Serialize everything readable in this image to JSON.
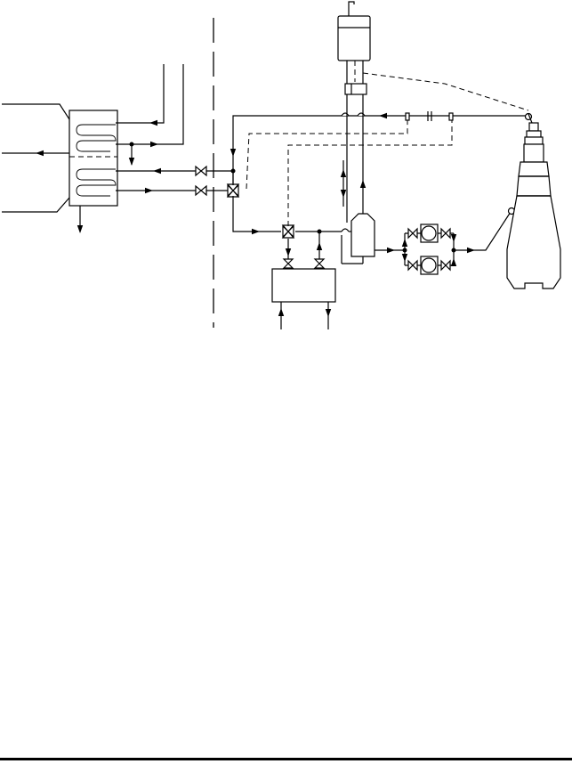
{
  "diagram": {
    "type": "piping-schematic",
    "line_color": "#000000",
    "background": "#ffffff",
    "components": [
      "heat-exchanger",
      "expansion-tank",
      "flow-meter",
      "deaerator",
      "circulation-pump-1",
      "circulation-pump-2",
      "drain-tank",
      "engine",
      "three-way-valve-heater",
      "three-way-valve-lower",
      "temperature-sensor"
    ],
    "icons": [
      "gate-valve-icon",
      "three-way-valve-icon",
      "pump-icon",
      "flow-arrow-icon"
    ]
  }
}
